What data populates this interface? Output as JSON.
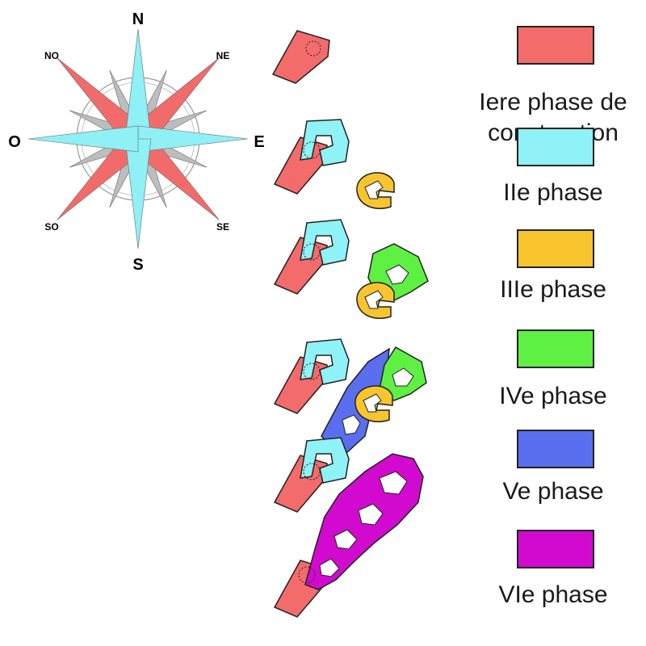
{
  "compass": {
    "north": "N",
    "south": "S",
    "east": "E",
    "west": "O",
    "northeast": "NE",
    "northwest": "NO",
    "southeast": "SE",
    "southwest": "SO",
    "cardinal_color": "#8ff0f5",
    "intercardinal_color": "#f26b6b",
    "minor_color": "#bdbdbd"
  },
  "legend": [
    {
      "label": "Iere phase de construction",
      "line1": "Iere phase de",
      "line2": "construction",
      "color": "#f36b6b"
    },
    {
      "label": "IIe phase",
      "color": "#8ff2f6"
    },
    {
      "label": "IIIe phase",
      "color": "#f8c52e"
    },
    {
      "label": "IVe phase",
      "color": "#5ef043"
    },
    {
      "label": "Ve phase",
      "color": "#5a6ef0"
    },
    {
      "label": "VIe phase",
      "color": "#d20ad0"
    }
  ]
}
